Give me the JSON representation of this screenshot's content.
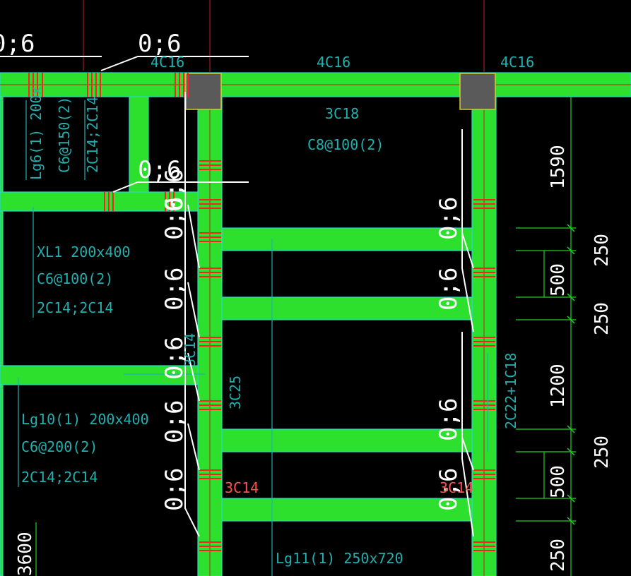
{
  "drawing": {
    "background": "#000000",
    "colors": {
      "beam_fill": "#2ee02e",
      "beam_edge": "#28d9c8",
      "column_fill": "#5a5a5a",
      "column_edge": "#d8c832",
      "rebar": "#ff2020",
      "leader": "#ffffff",
      "annotation_teal": "#20b0b0",
      "annotation_red": "#ff5050",
      "dimension_line": "#20d020",
      "dimension_text": "#ffffff"
    },
    "tags": {
      "tag_top_left": "0;6",
      "tag_top_center": "0;6",
      "tag_mid_left": "0;6",
      "tag_v1": "0;6",
      "tag_v2": "0;6",
      "tag_v3": "0;6",
      "tag_v4": "0;6",
      "tag_v5": "0;6",
      "tag_v6": "0;6",
      "tag_r1": "0;6",
      "tag_r2": "0;6",
      "tag_r3": "0;6",
      "tag_r4": "0;6"
    },
    "rebar_labels": {
      "top_4c16_a": "4C16",
      "top_4c16_b": "4C16",
      "top_4c16_c": "4C16",
      "center_3c18": "3C18",
      "center_stirrup": "C8@100(2)",
      "col_3c14": "3C14",
      "col_3c25": "3C25",
      "red_3c14_left": "3C14",
      "red_3c14_right": "3C14",
      "right_2c22": "2C22+1C18"
    },
    "beam_labels": {
      "lg6_line1": "Lg6(1) 200x",
      "lg6_line2": "C6@150(2)",
      "lg6_line3": "2C14;2C14",
      "xl1_line1": "XL1 200x400",
      "xl1_line2": "C6@100(2)",
      "xl1_line3": "2C14;2C14",
      "lg10_line1": "Lg10(1) 200x400",
      "lg10_line2": "C6@200(2)",
      "lg10_line3": "2C14;2C14",
      "lg11_line1": "Lg11(1) 250x720"
    },
    "dimensions": {
      "d1590": "1590",
      "d250a": "250",
      "d500a": "500",
      "d250b": "250",
      "d1200": "1200",
      "d250c": "250",
      "d500b": "500",
      "d250d": "250",
      "d3600": "3600"
    }
  }
}
